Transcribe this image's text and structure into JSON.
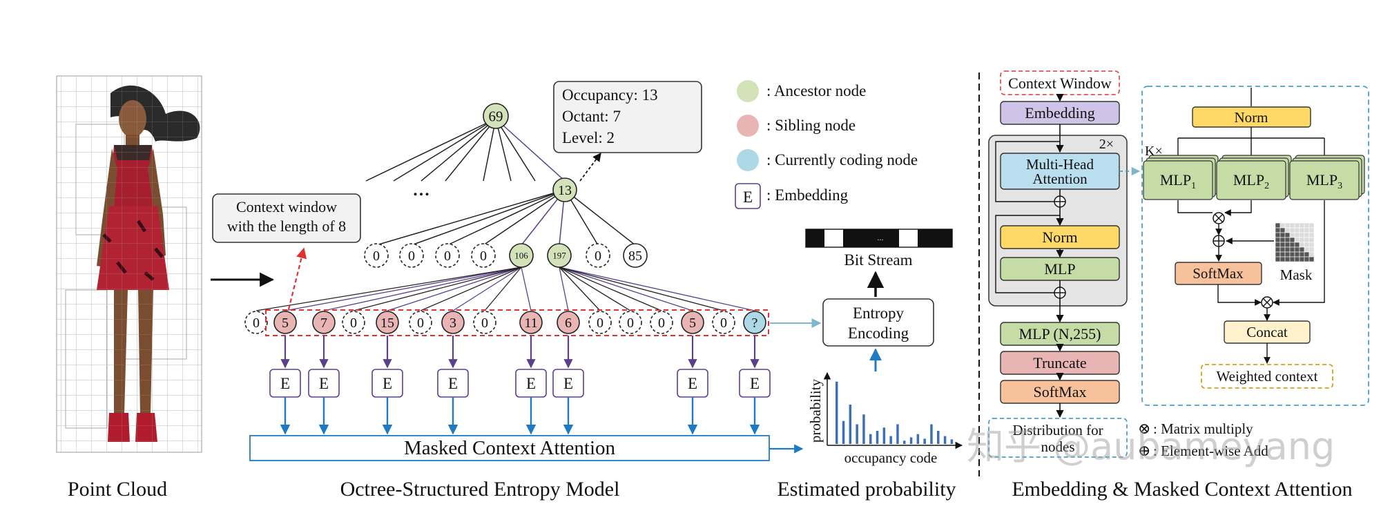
{
  "colors": {
    "ancestor": "#d4e2b9",
    "sibling": "#e8b4b4",
    "current": "#add8e6",
    "embed_purple": "#5b3f8c",
    "blue_arrow": "#1f7ac4",
    "norm_yellow": "#ffd966",
    "mlp_green": "#c5dca6",
    "embedding_purple": "#cfc3e8",
    "attention_blue": "#b9dfee",
    "truncate_pink": "#e8b4b4",
    "softmax_orange": "#f7c29b",
    "concat_cream": "#fff2cc",
    "dashed_red": "#e05050",
    "dashed_teal": "#4aa0c8",
    "dashed_gold": "#d4a017"
  },
  "section_labels": {
    "point_cloud": "Point Cloud",
    "entropy_model": "Octree-Structured Entropy Model",
    "estimated_probability": "Estimated probability",
    "attention_section": "Embedding & Masked Context Attention"
  },
  "legend": [
    {
      "kind": "ancestor",
      "text": ": Ancestor node"
    },
    {
      "kind": "sibling",
      "text": ": Sibling node"
    },
    {
      "kind": "current",
      "text": ": Currently coding node"
    },
    {
      "kind": "embedding",
      "symbol": "E",
      "text": ": Embedding"
    }
  ],
  "info_box": {
    "line1": "Occupancy: 13",
    "line2": "Octant: 7",
    "line3": "Level:  2"
  },
  "context_window_label": {
    "line1": "Context window",
    "line2": "with the length of 8"
  },
  "tree": {
    "root": "69",
    "ellipsis": "...",
    "level1_node": "13",
    "level2": [
      "0",
      "0",
      "0",
      "0",
      "106",
      "197",
      "0",
      "85"
    ],
    "level3": [
      "0",
      "5",
      "7",
      "0",
      "15",
      "0",
      "3",
      "0",
      "11",
      "6",
      "0",
      "0",
      "0",
      "5",
      "0",
      "?"
    ]
  },
  "embedding_symbol": "E",
  "masked_attention_label": "Masked Context Attention",
  "entropy_encoding": {
    "line1": "Entropy",
    "line2": "Encoding"
  },
  "bit_stream": {
    "label": "Bit Stream",
    "ellipsis": "..."
  },
  "histogram": {
    "ylabel": "probability",
    "xlabel": "occupancy code",
    "values": [
      0.95,
      0.35,
      0.6,
      0.3,
      0.45,
      0.15,
      0.2,
      0.25,
      0.12,
      0.3,
      0.05,
      0.1,
      0.15,
      0.08,
      0.3,
      0.2,
      0.12,
      0.07
    ]
  },
  "architecture": {
    "context_window": "Context Window",
    "embedding": "Embedding",
    "repeat": "2×",
    "mha_line1": "Multi-Head",
    "mha_line2": "Attention",
    "norm": "Norm",
    "mlp": "MLP",
    "mlp_n": "MLP (N,255)",
    "truncate": "Truncate",
    "softmax": "SoftMax",
    "distribution_line1": "Distribution for",
    "distribution_line2": "nodes"
  },
  "attention_detail": {
    "norm": "Norm",
    "k_label": "K×",
    "mlp_base": "MLP",
    "mlp_subs": [
      "1",
      "2",
      "3"
    ],
    "softmax": "SoftMax",
    "mask": "Mask",
    "concat": "Concat",
    "weighted_context": "Weighted context"
  },
  "ops_legend": [
    {
      "symbol": "⊗",
      "text": ": Matrix multiply"
    },
    {
      "symbol": "⊕",
      "text": ": Element-wise Add"
    }
  ],
  "watermark": "知乎 @aubameyang"
}
